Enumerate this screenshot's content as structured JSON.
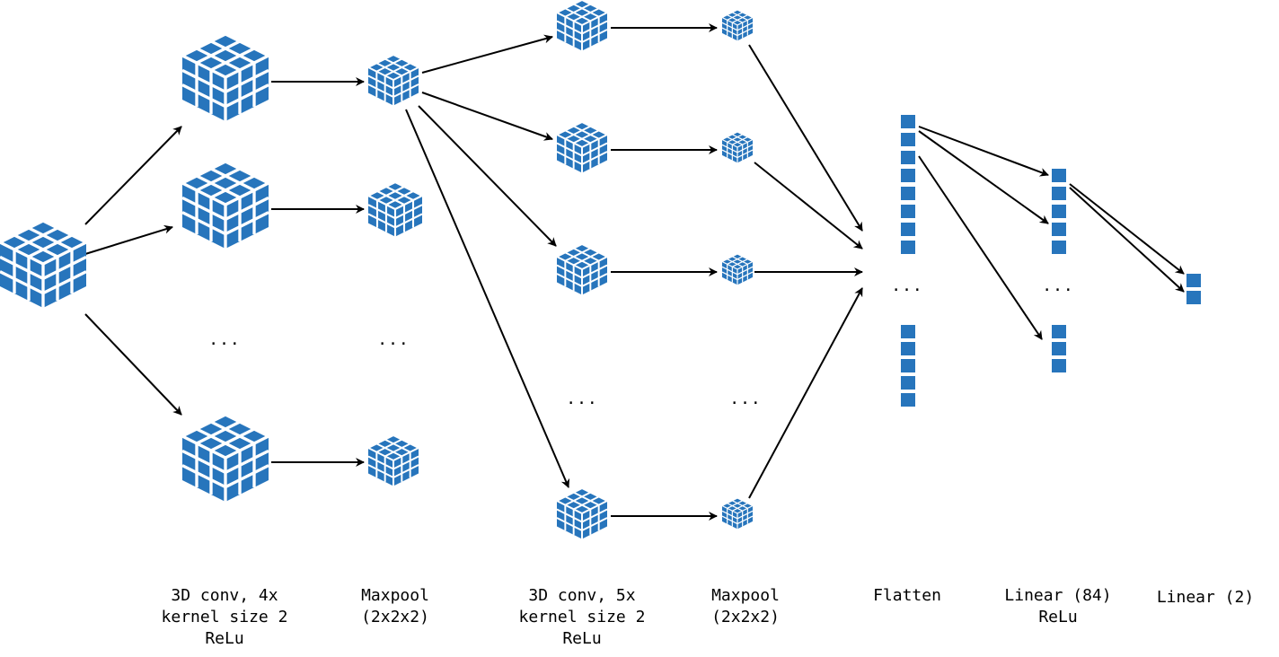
{
  "colors": {
    "cube_blue": "#2775bc",
    "grid_line": "#ffffff",
    "arrow": "#000000",
    "text": "#000000",
    "background": "#ffffff"
  },
  "icons": {
    "volume": "cube-icon",
    "feature_vector": "column-vector-icon"
  },
  "ellipsis": "...",
  "layers": [
    {
      "id": "conv1",
      "lines": [
        "3D conv, 4x",
        "kernel size 2",
        "ReLu"
      ]
    },
    {
      "id": "pool1",
      "lines": [
        "Maxpool",
        "(2x2x2)"
      ]
    },
    {
      "id": "conv2",
      "lines": [
        "3D conv, 5x",
        "kernel size 2",
        "ReLu"
      ]
    },
    {
      "id": "pool2",
      "lines": [
        "Maxpool",
        "(2x2x2)"
      ]
    },
    {
      "id": "flatten",
      "lines": [
        "Flatten"
      ]
    },
    {
      "id": "fc1",
      "lines": [
        "Linear (84)",
        "ReLu"
      ]
    },
    {
      "id": "fc2",
      "lines": [
        "Linear (2)"
      ]
    }
  ]
}
